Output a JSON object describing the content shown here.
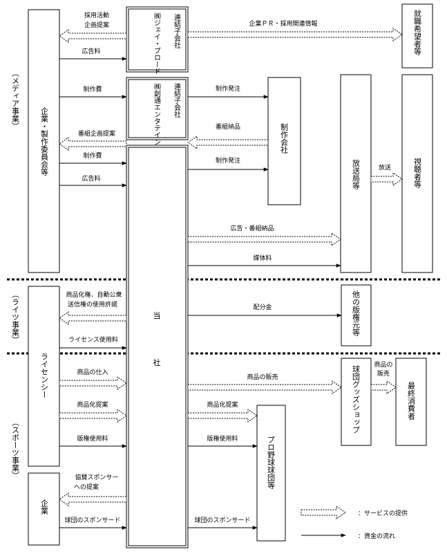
{
  "sections": {
    "media": "（メディア事業）",
    "rights": "（ライツ事業）",
    "sports": "（スポーツ事業）"
  },
  "boxes": {
    "media_partner": "企業・製作委員会等",
    "licensee": "ライセンシー",
    "company_sponsor": "企業",
    "jp_name": "㈱ジェイ・プロード",
    "jp_tag": "連結子会社",
    "soutsu_name": "㈱創通エンタテインメント",
    "soutsu_tag": "連結子会社",
    "tou": "当",
    "sha": "社",
    "production": "制作会社",
    "broadcaster": "放送局等",
    "viewer": "視聴者等",
    "job_seeker": "就職希望者等",
    "other_rights": "他の版権元等",
    "goods_shop": "球団グッズショップ",
    "end_consumer": "最終消費者",
    "baseball_team": "プロ野球球団等"
  },
  "labels": {
    "recruit_plan_1": "採用活動",
    "recruit_plan_2": "企画提案",
    "ad_fee_jp": "広告料",
    "pr_recruit": "企業ＰＲ・採用関連情報",
    "prod_fee_1": "制作費",
    "prod_order_1": "制作発注",
    "program_delivery_1": "番組納品",
    "program_plan": "番組企画提案",
    "prod_fee_2": "制作費",
    "ad_fee_2": "広告料",
    "prod_order_2": "制作発注",
    "broadcast": "放送",
    "ad_program_delivery": "広告・番組納品",
    "media_fee": "媒体料",
    "license_grant_1": "商品化権、自動公衆",
    "license_grant_2": "送信権の使用許諾",
    "distribution": "配分金",
    "license_fee": "ライセンス使用料",
    "goods_purchase": "商品の仕入",
    "goods_sale": "商品の販売",
    "goods_sale_end_1": "商品の",
    "goods_sale_end_2": "販売",
    "merch_proposal_1": "商品化提案",
    "merch_proposal_2": "商品化提案",
    "rights_fee_1": "版権使用料",
    "rights_fee_2": "版権使用料",
    "sponsor_proposal_1": "協賛スポンサー",
    "sponsor_proposal_2": "への提案",
    "team_sponsor_1": "球団のスポンサード",
    "team_sponsor_2": "球団のスポンサード"
  },
  "legend": {
    "service": "：サービスの提供",
    "money": "：資金の流れ"
  }
}
